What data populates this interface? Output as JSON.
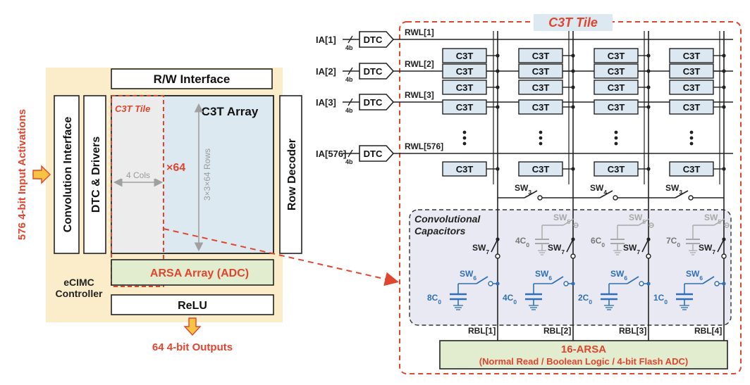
{
  "left_block": {
    "input_label": "576 4-bit Input Activations",
    "output_label": "64 4-bit Outputs",
    "rw_interface": "R/W Interface",
    "convolution_interface": "Convolution Interface",
    "dtc_drivers": "DTC & Drivers",
    "c3t_tile": "C3T Tile",
    "c3t_array": "C3T Array",
    "cols": "4 Cols",
    "rows": "3×3×64 Rows",
    "times": "×64",
    "row_decoder": "Row Decoder",
    "arsa_array": "ARSA Array (ADC)",
    "controller_line1": "eCIMC",
    "controller_line2": "Controller",
    "relu": "ReLU"
  },
  "tile": {
    "title": "C3T Tile",
    "inputs": [
      "IA[1]",
      "IA[2]",
      "IA[3]",
      "IA[576]"
    ],
    "bits": "4b",
    "dtc": "DTC",
    "rwl": [
      "RWL[1]",
      "RWL[2]",
      "RWL[3]",
      "RWL[576]"
    ],
    "cell": "C3T",
    "switches_top": [
      "SW3",
      "SW4",
      "SW3"
    ],
    "sw5": "SW5",
    "sw6": "SW6",
    "sw7": "SW7",
    "conv_caps_line1": "Convolutional",
    "conv_caps_line2": "Capacitors",
    "gray_caps": [
      "4C0",
      "6C0",
      "7C0"
    ],
    "blue_caps": [
      "8C0",
      "4C0",
      "2C0",
      "1C0"
    ],
    "rbl": [
      "RBL[1]",
      "RBL[2]",
      "RBL[3]",
      "RBL[4]"
    ],
    "arsa_title": "16-ARSA",
    "arsa_sub": "(Normal Read / Boolean Logic / 4-bit Flash ADC)"
  },
  "colors": {
    "accent_red": "#e0452f",
    "cell_fill": "#dbe8f1",
    "controller_fill": "#fbedc9",
    "array_fill": "#dde9f1",
    "arsa_fill": "#e2eccf",
    "cap_region": "#e9e9f3",
    "blue": "#2f6fb5"
  }
}
